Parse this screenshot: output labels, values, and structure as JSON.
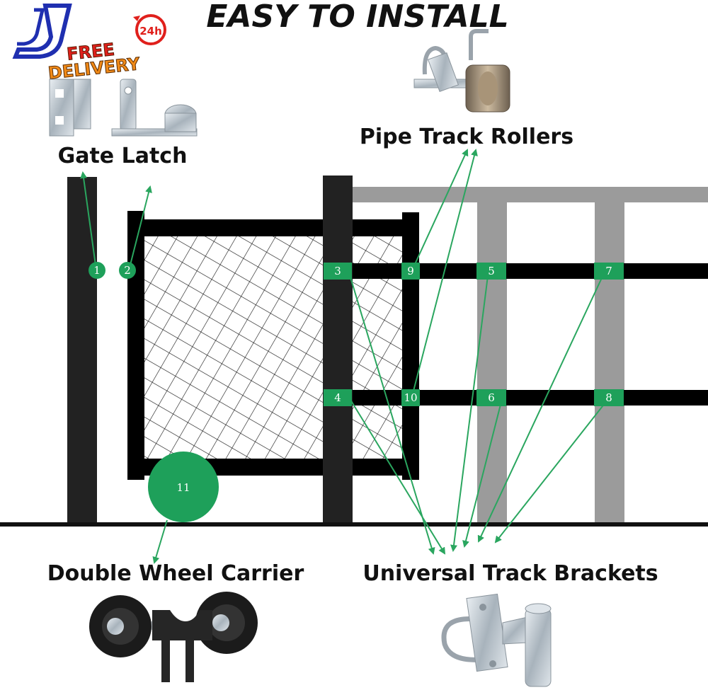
{
  "title": "EASY TO INSTALL",
  "brand": {
    "logo_letter": "J",
    "badge_24h": "24h",
    "free_text": "FREE",
    "delivery_text": "DELIVERY"
  },
  "labels": {
    "gate_latch": "Gate Latch",
    "pipe_track_rollers": "Pipe Track Rollers",
    "double_wheel_carrier": "Double Wheel Carrier",
    "universal_track_brackets": "Universal Track Brackets"
  },
  "markers": [
    "1",
    "2",
    "3",
    "4",
    "5",
    "6",
    "7",
    "8",
    "9",
    "10",
    "11"
  ],
  "colors": {
    "marker_green": "#1ea05a",
    "arrow_green": "#2aa65f",
    "post_black": "#222222",
    "rail_gray": "#9b9b9b",
    "logo_blue": "#1f2fb0",
    "delivery_orange": "#f08a18",
    "badge_red": "#e0201c"
  },
  "icons": {
    "gate_latch_product": "gate-latch-icon",
    "roller_product": "pipe-track-roller-icon",
    "wheel_product": "double-wheel-carrier-icon",
    "bracket_product": "universal-track-bracket-icon"
  }
}
